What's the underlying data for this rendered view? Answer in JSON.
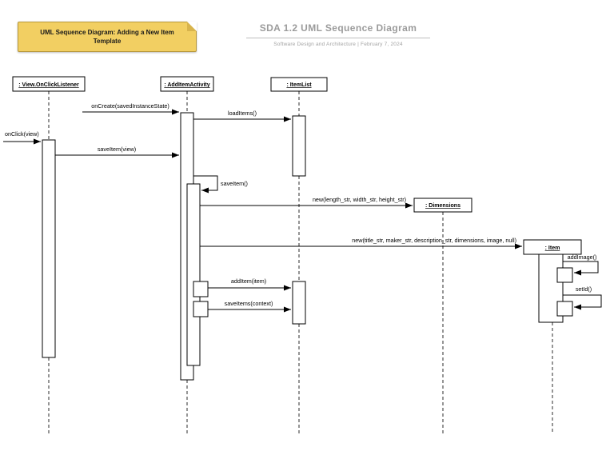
{
  "note": {
    "text": "UML Sequence Diagram: Adding a New Item Template"
  },
  "header": {
    "title": "SDA 1.2 UML Sequence Diagram",
    "subtitle": "Software Design and Architecture  |  February 7, 2024"
  },
  "colors": {
    "note_fill": "#F2CF62",
    "note_border": "#B6973B",
    "note_fold": "#D8B44C",
    "title_gray": "#9B9B9B",
    "diagram_line": "#000000"
  },
  "diagram": {
    "type": "uml-sequence",
    "lifelines": [
      {
        "label": ": View.OnClickListener"
      },
      {
        "label": ": AddItemActivity"
      },
      {
        "label": ": ItemList"
      },
      {
        "label": ": Dimensions"
      },
      {
        "label": ": Item"
      }
    ],
    "messages": [
      {
        "label": "onCreate(savedInstanceState)",
        "from": "",
        "to": ": AddItemActivity"
      },
      {
        "label": "loadItems()",
        "from": ": AddItemActivity",
        "to": ": ItemList"
      },
      {
        "label": "onClick(view)",
        "from": "",
        "to": ": View.OnClickListener"
      },
      {
        "label": "saveItem(view)",
        "from": ": View.OnClickListener",
        "to": ": AddItemActivity"
      },
      {
        "label": "saveItem()",
        "from": ": AddItemActivity",
        "to": ": AddItemActivity"
      },
      {
        "label": "new(length_str, width_str, height_str)",
        "from": ": AddItemActivity",
        "to": ": Dimensions"
      },
      {
        "label": "new(title_str, maker_str, description_str, dimensions, image, null)",
        "from": ": AddItemActivity",
        "to": ": Item"
      },
      {
        "label": "addItem(item)",
        "from": ": AddItemActivity",
        "to": ": ItemList"
      },
      {
        "label": "saveItems(context)",
        "from": ": AddItemActivity",
        "to": ": ItemList"
      },
      {
        "label": "addImage()",
        "from": ": Item",
        "to": ": Item"
      },
      {
        "label": "setId()",
        "from": ": Item",
        "to": ": Item"
      }
    ]
  }
}
